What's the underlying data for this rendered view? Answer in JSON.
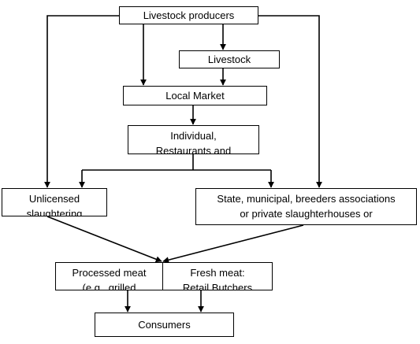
{
  "diagram": {
    "producers": "Livestock producers",
    "livestock": "Livestock",
    "local_market": "Local Market",
    "individual": [
      "Individual,",
      "Restaurants and"
    ],
    "unlicensed": [
      "Unlicensed",
      "slaughtering"
    ],
    "state_slaughter": [
      "State, municipal, breeders associations",
      "or private slaughterhouses or"
    ],
    "processed_meat": [
      "Processed meat",
      "(e.g., grilled"
    ],
    "fresh_meat": [
      "Fresh meat:",
      "Retail Butchers"
    ],
    "consumers": "Consumers"
  }
}
